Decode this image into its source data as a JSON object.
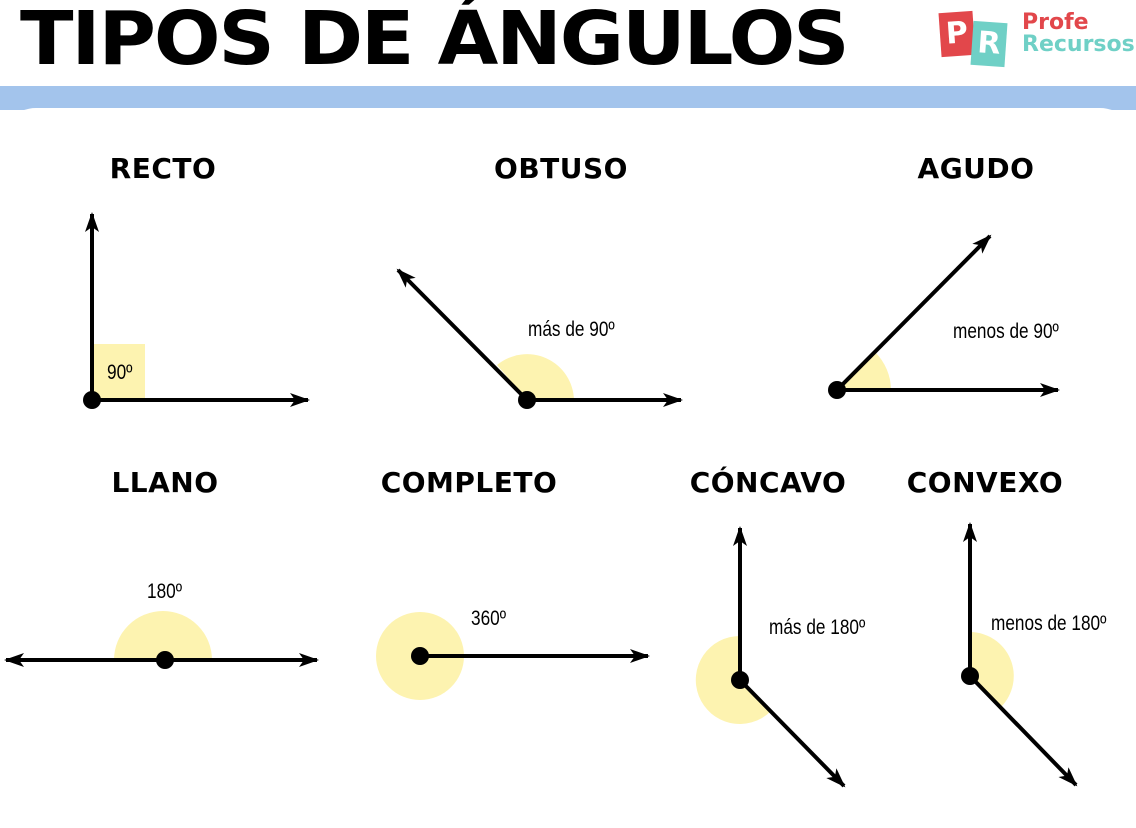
{
  "header": {
    "title": "TIPOS DE ÁNGULOS",
    "logo": {
      "tile_p": "P",
      "tile_r": "R",
      "line1": "Profe",
      "line2": "Recursos"
    }
  },
  "colors": {
    "band": "#a3c4ec",
    "highlight": "#fdf3b0",
    "logo_red": "#e2474b",
    "logo_teal": "#6fd0c6",
    "ink": "#000000"
  },
  "angles": [
    {
      "id": "recto",
      "name": "RECTO",
      "annotation": "90º"
    },
    {
      "id": "obtuso",
      "name": "OBTUSO",
      "annotation": "más de 90º"
    },
    {
      "id": "agudo",
      "name": "AGUDO",
      "annotation": "menos de 90º"
    },
    {
      "id": "llano",
      "name": "LLANO",
      "annotation": "180º"
    },
    {
      "id": "completo",
      "name": "COMPLETO",
      "annotation": "360º"
    },
    {
      "id": "concavo",
      "name": "CÓNCAVO",
      "annotation": "más de 180º"
    },
    {
      "id": "convexo",
      "name": "CONVEXO",
      "annotation": "menos de 180º"
    }
  ]
}
